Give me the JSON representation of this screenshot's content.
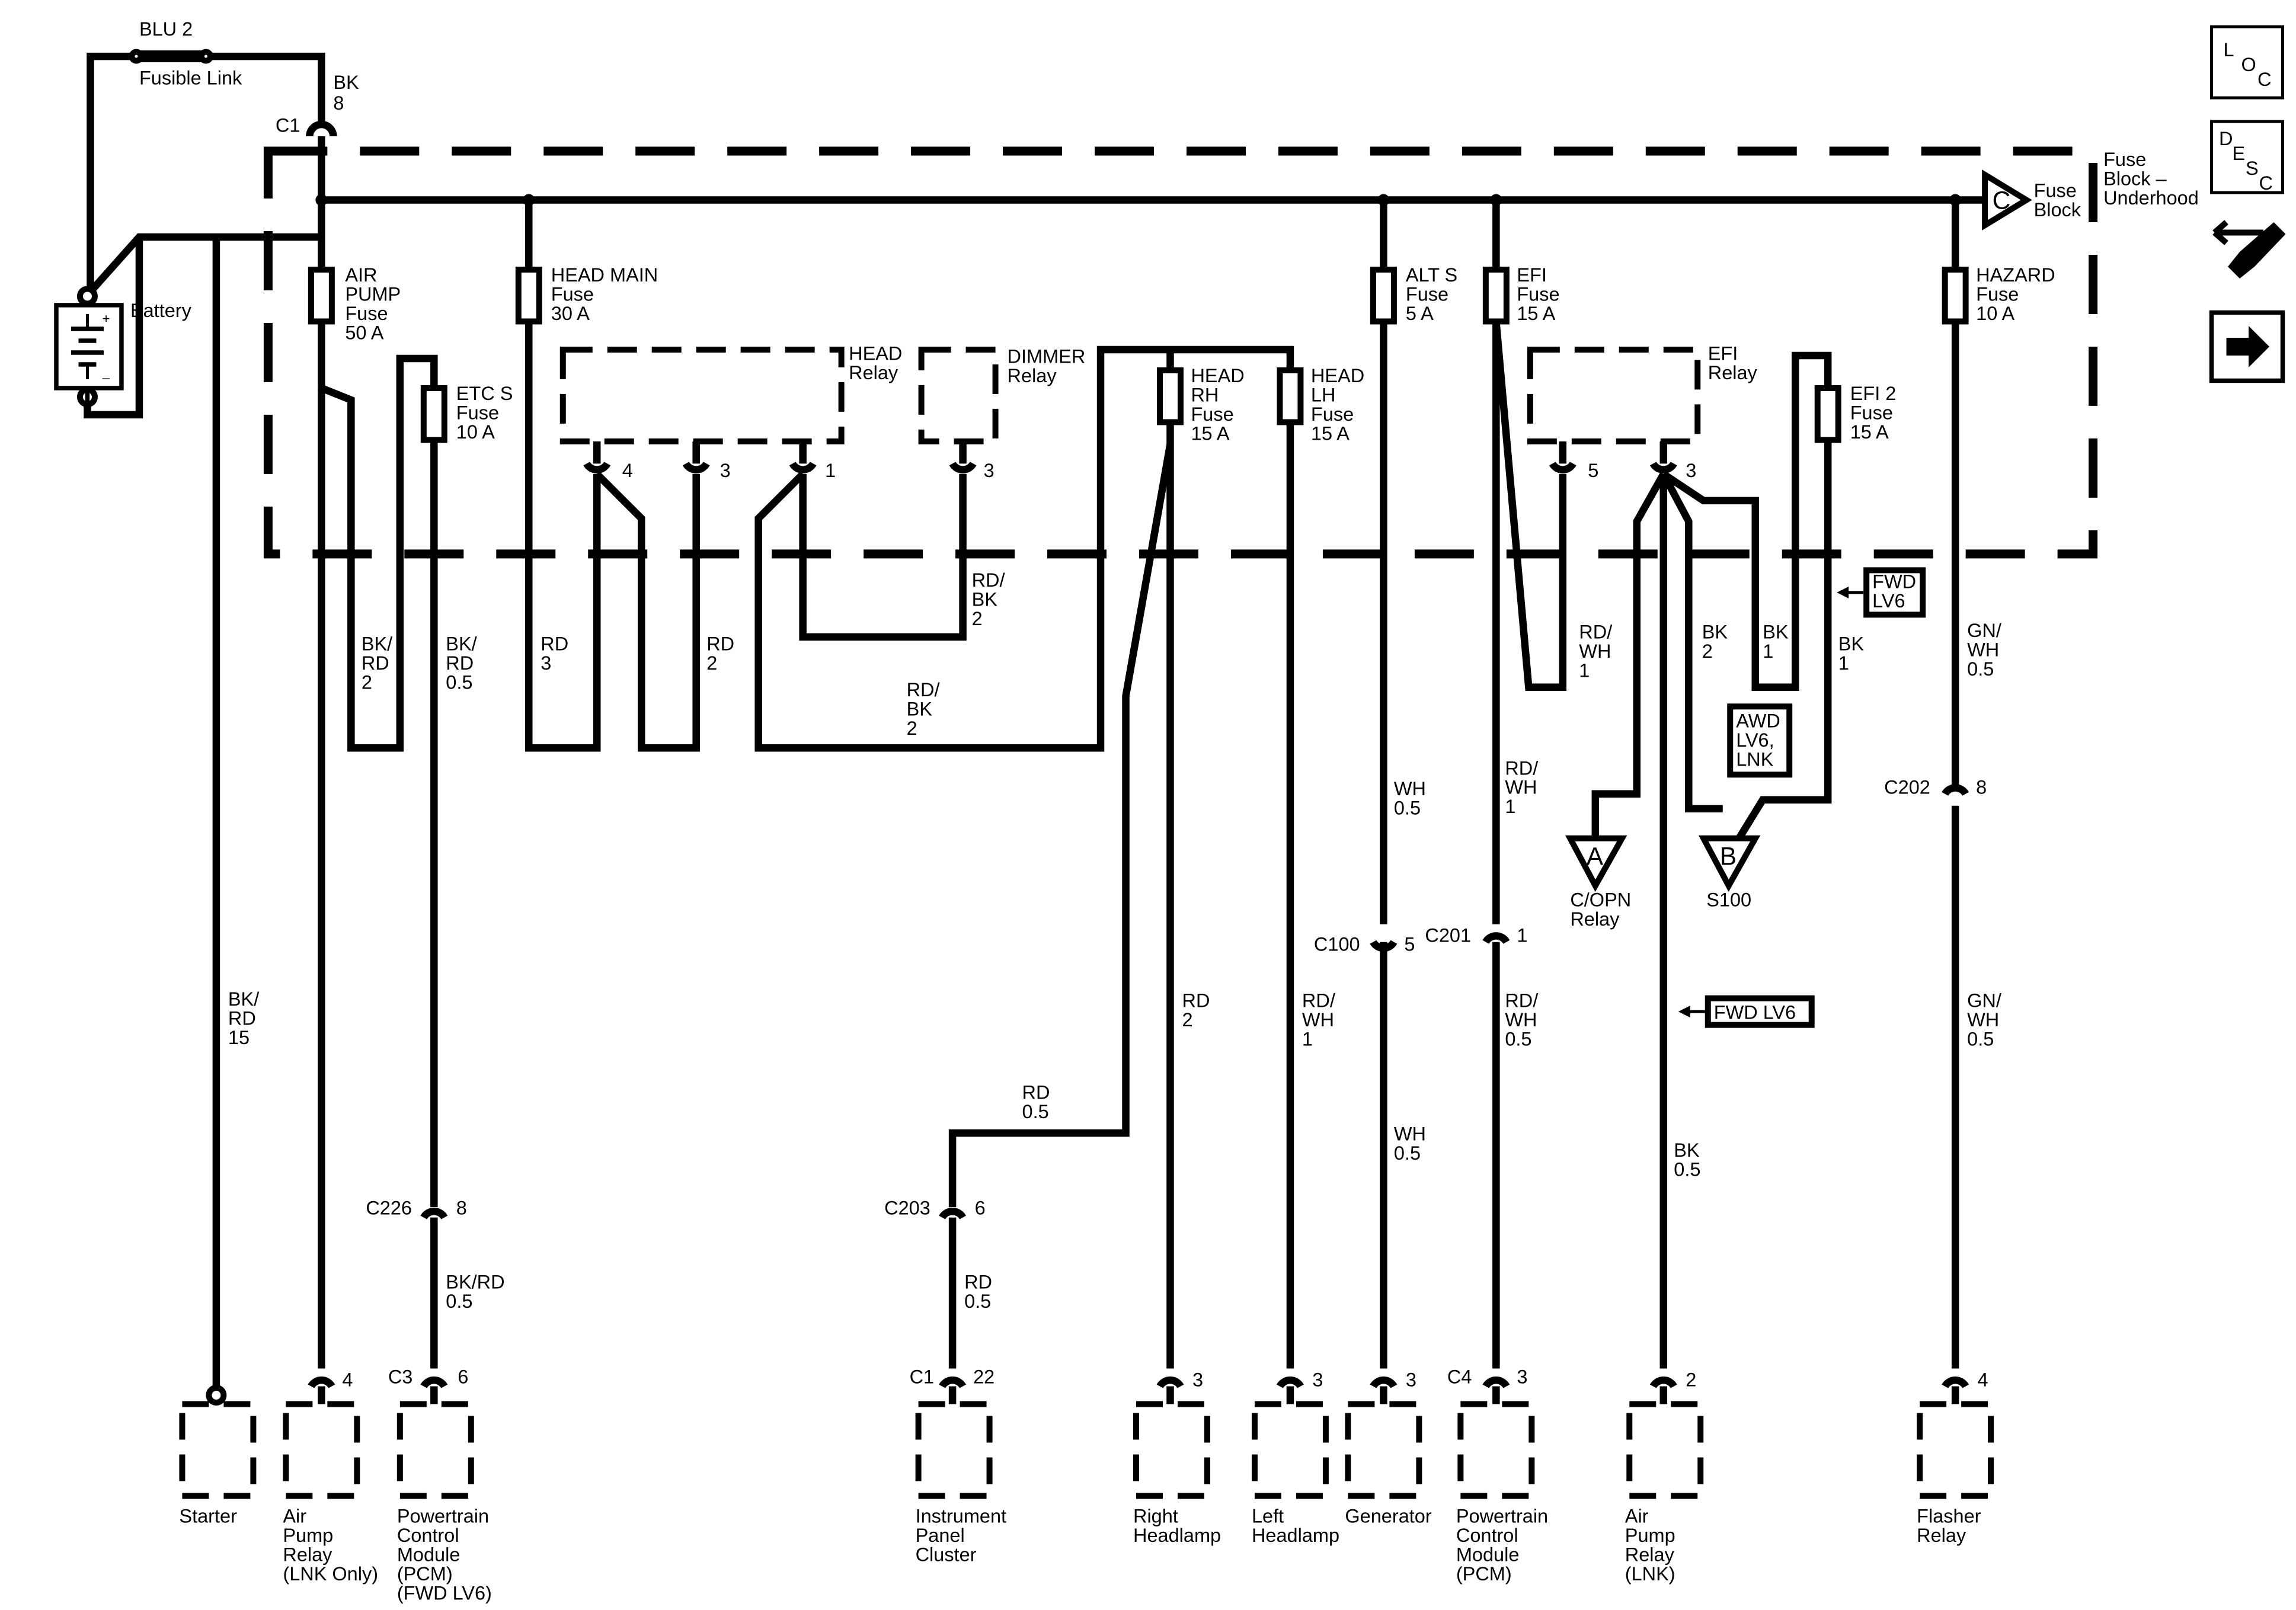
{
  "power": {
    "fusible_wire": "BLU 2",
    "fusible_label": "Fusible Link",
    "battery_label": "Battery",
    "battery_plus": "+",
    "battery_minus": "–",
    "feed_wire": [
      "BK",
      "8"
    ],
    "c1_label": "C1"
  },
  "fuse_block": {
    "label": [
      "Fuse",
      "Block –",
      "Underhood"
    ],
    "connector_letter": "C",
    "connector_label": [
      "Fuse",
      "Block"
    ]
  },
  "fuses": {
    "air_pump": [
      "AIR",
      "PUMP",
      "Fuse",
      "50 A"
    ],
    "etc_s": [
      "ETC S",
      "Fuse",
      "10 A"
    ],
    "head_main": [
      "HEAD MAIN",
      "Fuse",
      "30 A"
    ],
    "head_rh": [
      "HEAD",
      "RH",
      "Fuse",
      "15 A"
    ],
    "head_lh": [
      "HEAD",
      "LH",
      "Fuse",
      "15 A"
    ],
    "alt_s": [
      "ALT S",
      "Fuse",
      "5 A"
    ],
    "efi": [
      "EFI",
      "Fuse",
      "15 A"
    ],
    "efi2": [
      "EFI 2",
      "Fuse",
      "15 A"
    ],
    "hazard": [
      "HAZARD",
      "Fuse",
      "10 A"
    ]
  },
  "relays": {
    "head": [
      "HEAD",
      "Relay"
    ],
    "head_pins": [
      "4",
      "3",
      "1"
    ],
    "dimmer": [
      "DIMMER",
      "Relay"
    ],
    "dimmer_pin": "3",
    "efi": [
      "EFI",
      "Relay"
    ],
    "efi_pins": [
      "5",
      "3"
    ]
  },
  "wires": {
    "bkrd2": [
      "BK/",
      "RD",
      "2"
    ],
    "bkrd05": [
      "BK/",
      "RD",
      "0.5"
    ],
    "rd3": [
      "RD",
      "3"
    ],
    "rd2": [
      "RD",
      "2"
    ],
    "rdbk2_upper": [
      "RD/",
      "BK",
      "2"
    ],
    "rdbk2_lower": [
      "RD/",
      "BK",
      "2"
    ],
    "rdwh1_relay": [
      "RD/",
      "WH",
      "1"
    ],
    "bk2": [
      "BK",
      "2"
    ],
    "bk1a": [
      "BK",
      "1"
    ],
    "bk1b": [
      "BK",
      "1"
    ],
    "gnwh05_upper": [
      "GN/",
      "WH",
      "0.5"
    ],
    "wh05_upper": [
      "WH",
      "0.5"
    ],
    "rdwh1_mid": [
      "RD/",
      "WH",
      "1"
    ],
    "bkrd15": [
      "BK/",
      "RD",
      "15"
    ],
    "rd2_rh": [
      "RD",
      "2"
    ],
    "rdwh1_lh": [
      "RD/",
      "WH",
      "1"
    ],
    "rdwh05": [
      "RD/",
      "WH",
      "0.5"
    ],
    "gnwh05_lower": [
      "GN/",
      "WH",
      "0.5"
    ],
    "rd05_upper": [
      "RD",
      "0.5"
    ],
    "wh05_lower": [
      "WH",
      "0.5"
    ],
    "bk05": [
      "BK",
      "0.5"
    ],
    "bkrd05_lower": [
      "BK/RD",
      "0.5"
    ],
    "rd05_lower": [
      "RD",
      "0.5"
    ]
  },
  "flags": {
    "fwd_lv6_a": [
      "FWD",
      "LV6"
    ],
    "awd": [
      "AWD",
      "LV6,",
      "LNK"
    ],
    "fwd_lv6_b": "FWD LV6"
  },
  "offpage": {
    "a_letter": "A",
    "a_label": [
      "C/OPN",
      "Relay"
    ],
    "b_letter": "B",
    "b_label": "S100"
  },
  "connectors": {
    "c202": [
      "C202",
      "8"
    ],
    "c100": [
      "C100",
      "5"
    ],
    "c201": [
      "C201",
      "1"
    ],
    "c226": [
      "C226",
      "8"
    ],
    "c203": [
      "C203",
      "6"
    ]
  },
  "components": {
    "starter": {
      "label": [
        "Starter"
      ]
    },
    "air_pump_lnk_only": {
      "pin": "4",
      "label": [
        "Air",
        "Pump",
        "Relay",
        "(LNK Only)"
      ]
    },
    "pcm_fwd": {
      "conn": "C3",
      "pin": "6",
      "label": [
        "Powertrain",
        "Control",
        "Module",
        "(PCM)",
        "(FWD LV6)"
      ]
    },
    "cluster": {
      "conn": "C1",
      "pin": "22",
      "label": [
        "Instrument",
        "Panel",
        "Cluster"
      ]
    },
    "right_headlamp": {
      "pin": "3",
      "label": [
        "Right",
        "Headlamp"
      ]
    },
    "left_headlamp": {
      "pin": "3",
      "label": [
        "Left",
        "Headlamp"
      ]
    },
    "generator": {
      "pin": "3",
      "label": [
        "Generator"
      ]
    },
    "pcm": {
      "conn": "C4",
      "pin": "3",
      "label": [
        "Powertrain",
        "Control",
        "Module",
        "(PCM)"
      ]
    },
    "air_pump_lnk": {
      "pin": "2",
      "label": [
        "Air",
        "Pump",
        "Relay",
        "(LNK)"
      ]
    },
    "flasher": {
      "pin": "4",
      "label": [
        "Flasher",
        "Relay"
      ]
    }
  },
  "icons": {
    "loc": [
      "L",
      "O",
      "C"
    ],
    "desc": [
      "D",
      "E",
      "S",
      "C"
    ],
    "tools": "tools-icon",
    "arrow": "arrow-right-icon"
  }
}
